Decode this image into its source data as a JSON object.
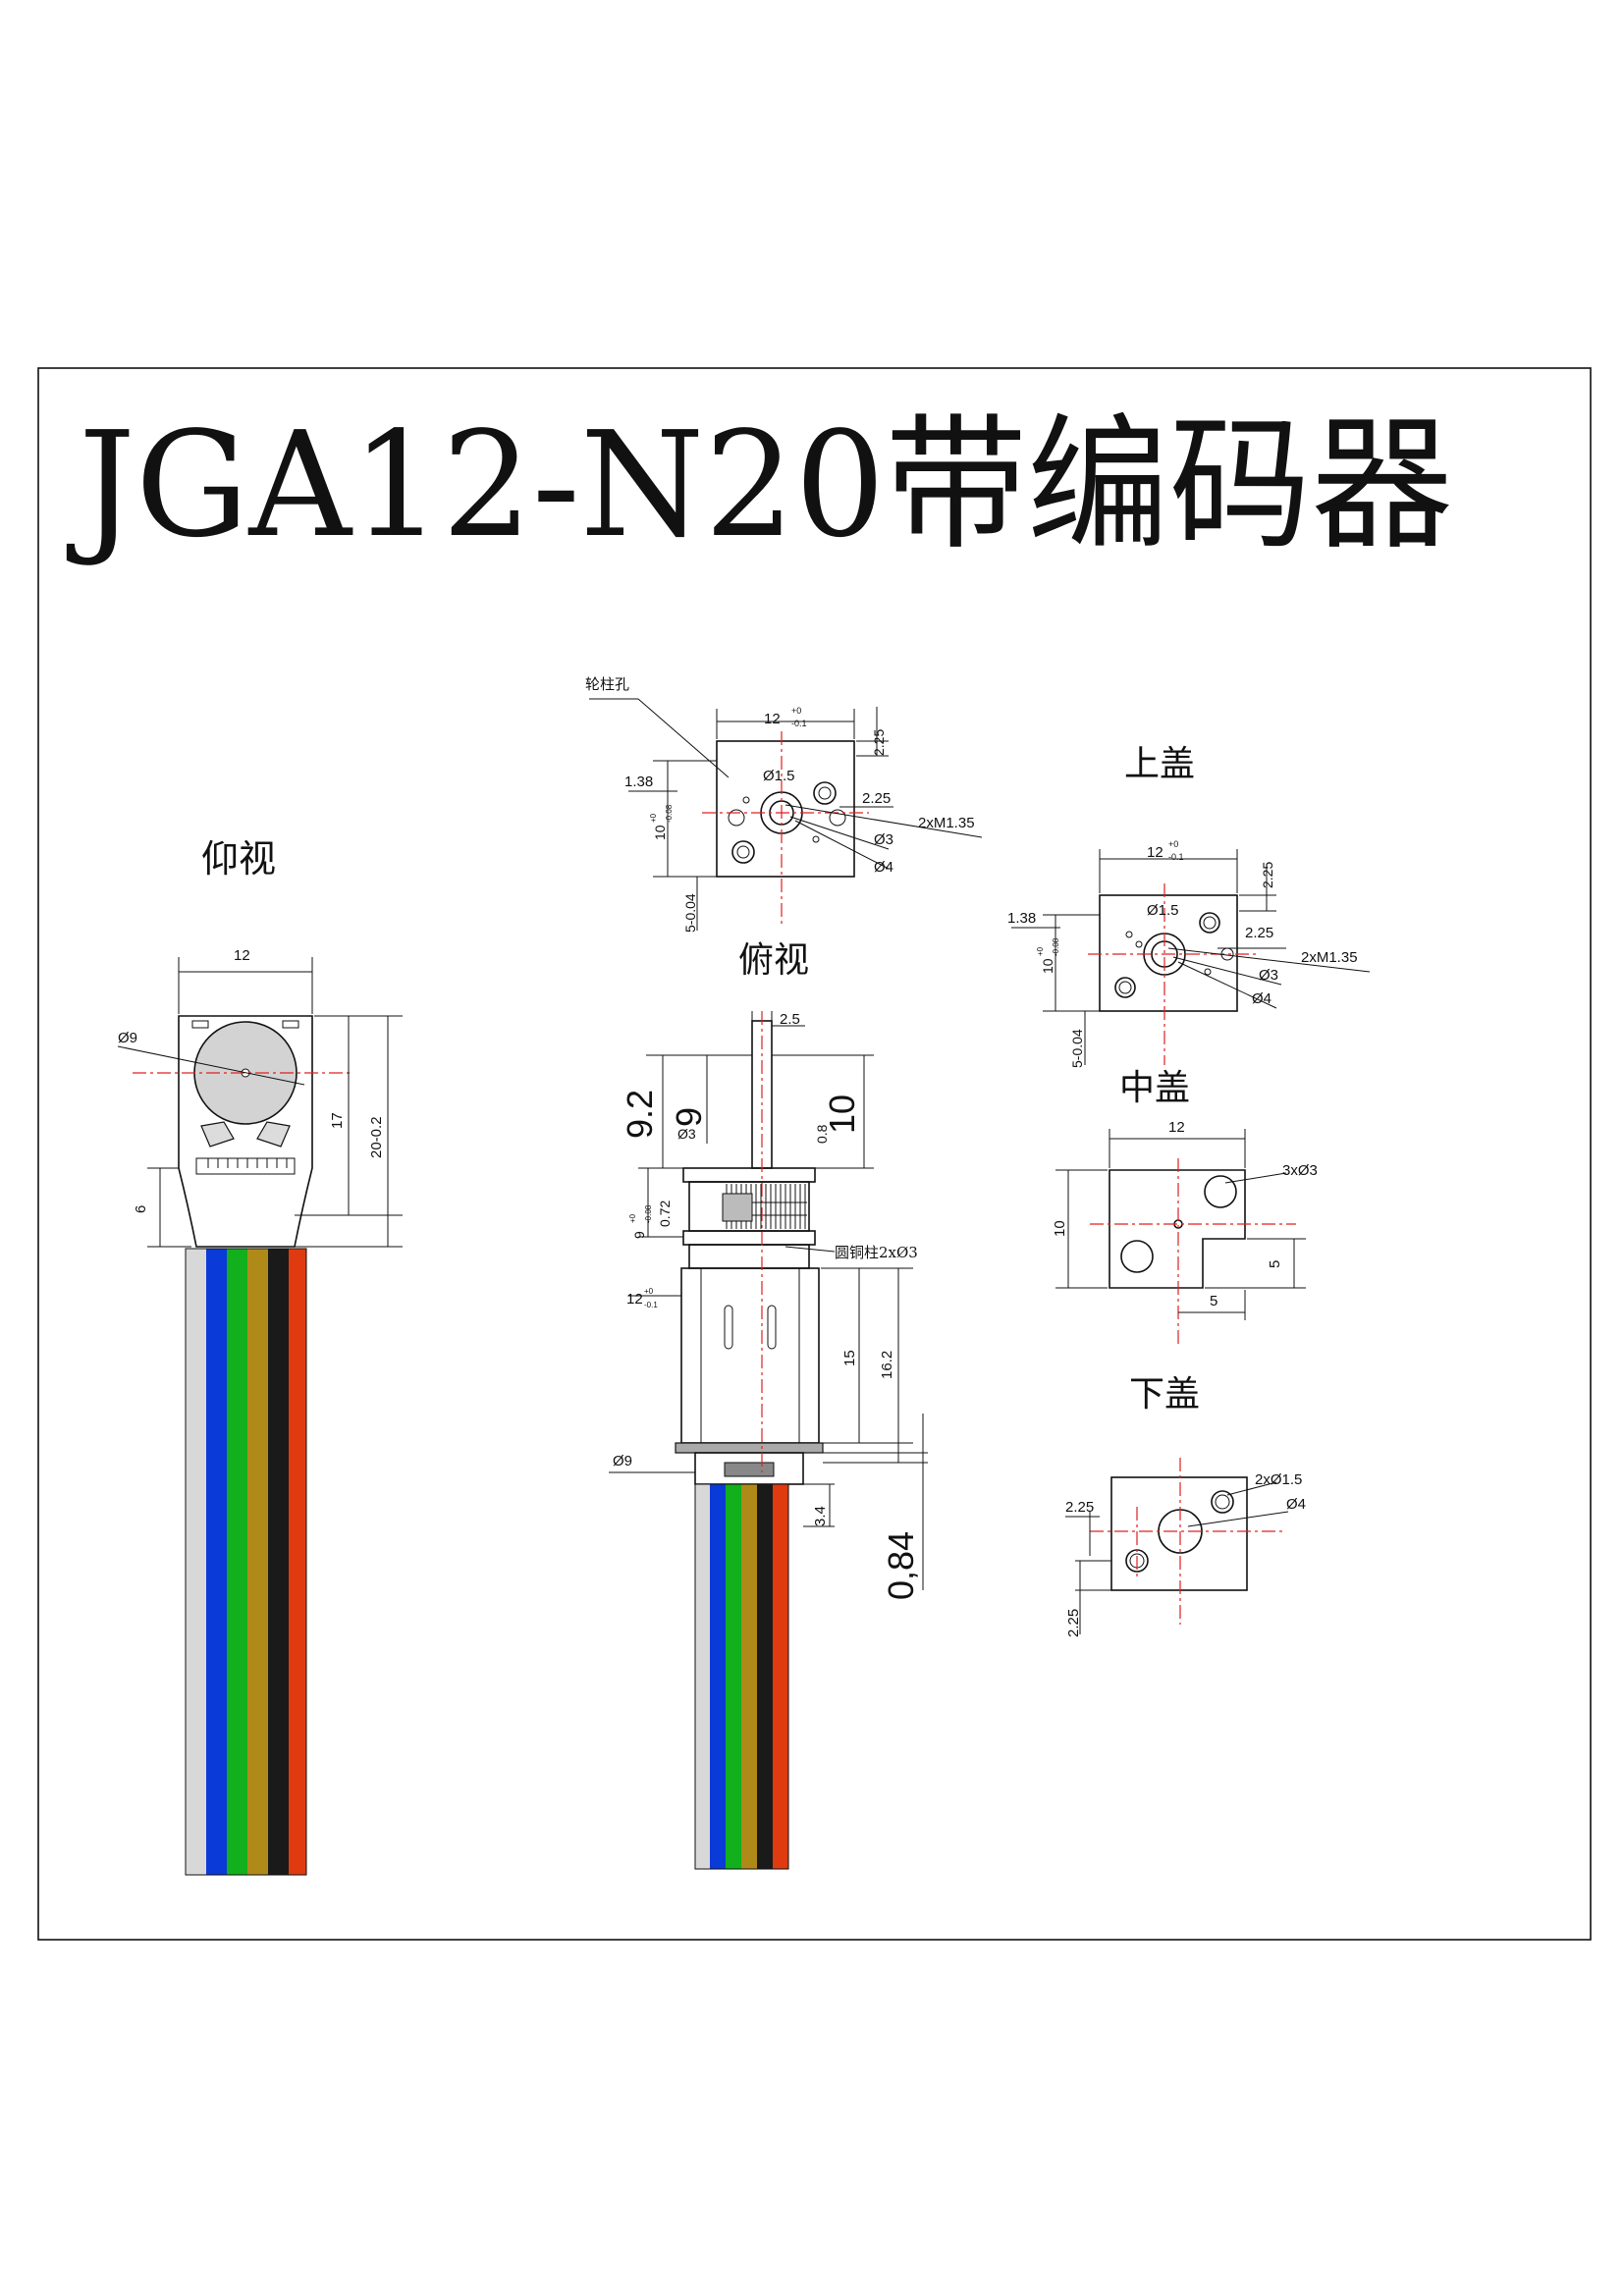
{
  "title": "JGA12-N20带编码器",
  "colors": {
    "centerline": "#e02020",
    "wires": [
      "#d8d8d8",
      "#0a3ad8",
      "#12b01c",
      "#b08a18",
      "#1a1a1a",
      "#e03a10"
    ]
  },
  "views": {
    "bottom": {
      "label": "仰视",
      "dims": {
        "width": "12",
        "disc": "Ø9",
        "height17": "17",
        "height20": "20-0.2",
        "conn": "6"
      }
    },
    "top": {
      "label": "俯视",
      "callout": "轮柱孔",
      "dims": {
        "width": "12",
        "width_tol": "+0",
        "width_tol2": "-0.1",
        "d15": "Ø1.5",
        "d3": "Ø3",
        "d4": "Ø4",
        "h138": "1.38",
        "h10": "10",
        "h10_tol": "+0",
        "h10_tol2": "-0.08",
        "v225": "2.25",
        "h225": "2.25",
        "screw": "2xM1.35",
        "offset5": "5-0.04"
      }
    },
    "front": {
      "dims": {
        "shaft25": "2.5",
        "d92": "9.2",
        "d9": "9",
        "d10": "10",
        "shaft_d3": "Ø3",
        "d08": "0.8",
        "h9": "9",
        "h9_tol": "+0",
        "h9_tol2": "-0.08",
        "d072": "0.72",
        "pillar": "圆铜柱2xØ3",
        "w12": "12",
        "w12_tol": "+0",
        "w12_tol2": "-0.1",
        "d15": "15",
        "d162": "16.2",
        "disc": "Ø9",
        "d34": "3.4",
        "d084": "0,84"
      }
    },
    "upper_cover": {
      "label": "上盖",
      "dims": {
        "width": "12",
        "width_tol": "+0",
        "width_tol2": "-0.1",
        "v225": "2.25",
        "h138": "1.38",
        "d15": "Ø1.5",
        "h225": "2.25",
        "screw": "2xM1.35",
        "h10": "10",
        "h10_tol": "+0",
        "h10_tol2": "-0.08",
        "d3": "Ø3",
        "d4": "Ø4",
        "offset5": "5-0.04"
      }
    },
    "middle_cover": {
      "label": "中盖",
      "dims": {
        "width": "12",
        "holes": "3xØ3",
        "height": "10",
        "d5v": "5",
        "d5h": "5"
      }
    },
    "lower_cover": {
      "label": "下盖",
      "dims": {
        "holes": "2xØ1.5",
        "d4": "Ø4",
        "h225": "2.25",
        "v225": "2.25"
      }
    }
  }
}
